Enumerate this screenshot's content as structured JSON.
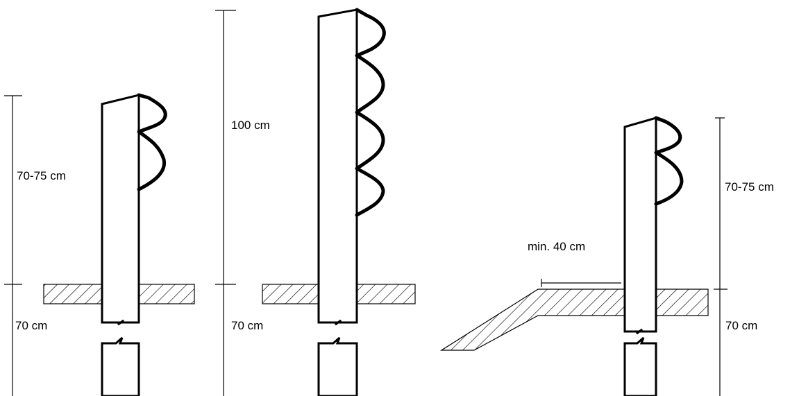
{
  "labels": {
    "left_upper": "70-75 cm",
    "left_lower": "70 cm",
    "middle_upper": "100 cm",
    "middle_lower": "70 cm",
    "right_upper": "70-75 cm",
    "right_lower": "70 cm",
    "right_offset": "min. 40 cm"
  }
}
